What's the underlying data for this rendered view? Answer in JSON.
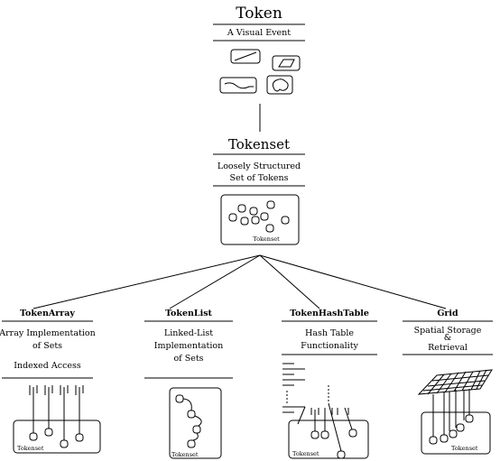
{
  "token": {
    "title": "Token",
    "subtitle": "A Visual Event"
  },
  "tokenset": {
    "title": "Tokenset",
    "description_line1": "Loosely Structured",
    "description_line2": "Set of Tokens",
    "box_label": "Tokenset"
  },
  "children": [
    {
      "title": "TokenArray",
      "desc": [
        "Array Implementation",
        "of Sets",
        "Indexed Access"
      ],
      "box_label": "Tokenset"
    },
    {
      "title": "TokenList",
      "desc": [
        "Linked-List",
        "Implementation",
        "of Sets"
      ],
      "box_label": "Tokenset"
    },
    {
      "title": "TokenHashTable",
      "desc": [
        "Hash Table",
        "Functionality"
      ],
      "box_label": "Tokenset"
    },
    {
      "title": "Grid",
      "desc": [
        "Spatial Storage",
        "&",
        "Retrieval"
      ],
      "box_label": "Tokenset"
    }
  ]
}
